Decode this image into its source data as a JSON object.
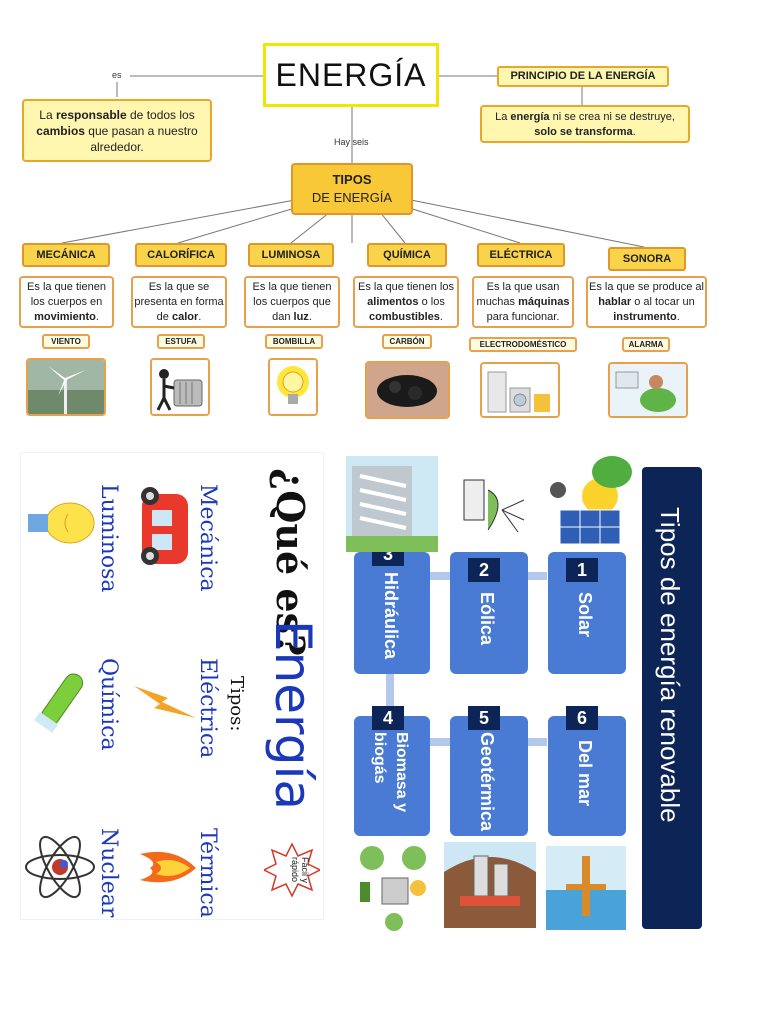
{
  "map": {
    "title": "ENERGÍA",
    "es_label": "es",
    "hay_seis_label": "Hay seis",
    "definition_parts": [
      "La ",
      "responsable",
      " de todos los ",
      "cambios",
      " que pasan a nuestro alrededor."
    ],
    "principle_title": "PRINCIPIO DE LA ENERGÍA",
    "principle_parts": [
      "La ",
      "energía",
      " ni se crea ni se destruye, ",
      "solo se transforma",
      "."
    ],
    "types_title_line1": "TIPOS",
    "types_title_line2": "DE ENERGÍA",
    "types": [
      {
        "name": "MECÁNICA",
        "desc_parts": [
          "Es la que tienen los cuerpos en ",
          "movimiento",
          "."
        ],
        "example": "VIENTO"
      },
      {
        "name": "CALORÍFICA",
        "desc_parts": [
          "Es la que se presenta en forma de ",
          "calor",
          "."
        ],
        "example": "ESTUFA"
      },
      {
        "name": "LUMINOSA",
        "desc_parts": [
          "Es la que tienen los cuerpos que dan ",
          "luz",
          "."
        ],
        "example": "BOMBILLA"
      },
      {
        "name": "QUÍMICA",
        "desc_parts": [
          "Es la que tienen los ",
          "alimentos",
          " o los ",
          "combustibles",
          "."
        ],
        "example": "CARBÓN"
      },
      {
        "name": "ELÉCTRICA",
        "desc_parts": [
          "Es la que usan muchas ",
          "máquinas",
          " para funcionar."
        ],
        "example": "ELECTRODOMÉSTICO"
      },
      {
        "name": "SONORA",
        "desc_parts": [
          "Es la que se produce al ",
          "hablar",
          " o al tocar un ",
          "instrumento",
          "."
        ],
        "example": "ALARMA"
      }
    ]
  },
  "poster": {
    "question": "¿Qué es?",
    "main_word": "Energía",
    "tipos_label": "Tipos:",
    "badge": "Fácil y rápido",
    "kinds": [
      "Mecánica",
      "Luminosa",
      "Eléctrica",
      "Química",
      "Térmica",
      "Nuclear"
    ]
  },
  "renewable": {
    "title": "Tipos de energía renovable",
    "items": [
      {
        "num": "1",
        "label": "Solar"
      },
      {
        "num": "2",
        "label": "Eólica"
      },
      {
        "num": "3",
        "label": "Hidráulica"
      },
      {
        "num": "4",
        "label": "Biomasa y biogás"
      },
      {
        "num": "5",
        "label": "Geotérmica"
      },
      {
        "num": "6",
        "label": "Del mar"
      }
    ]
  },
  "colors": {
    "accent_yellow": "#f9d44a",
    "border_orange": "#e2962a",
    "poster_blue": "#1b38b8",
    "renewable_navy": "#0c2556",
    "renewable_card": "#4a7bd4"
  }
}
